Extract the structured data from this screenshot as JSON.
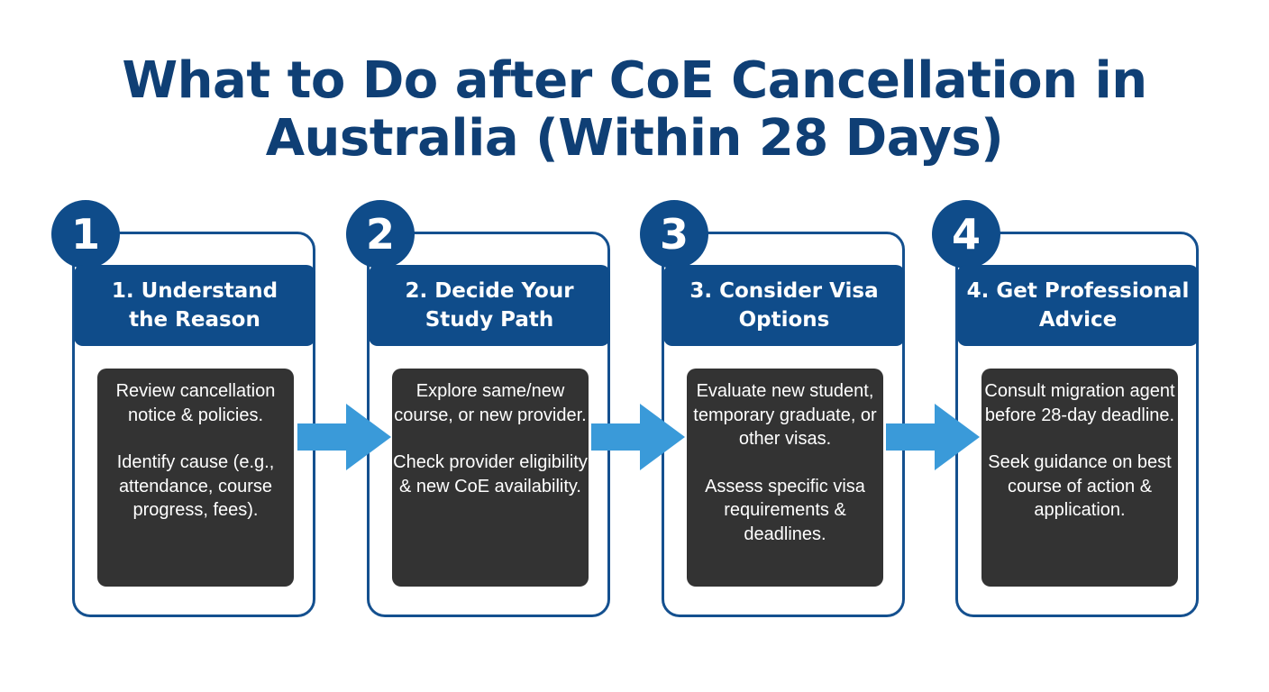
{
  "title": {
    "line1": "What to Do after CoE Cancellation in",
    "line2": "Australia (Within 28 Days)"
  },
  "colors": {
    "title": "#0f3f75",
    "badge": "#0f4c8a",
    "header": "#0f4c8a",
    "card_border": "#14508f",
    "body_box": "#333333",
    "arrow": "#3a9ad9"
  },
  "steps": [
    {
      "number": "1",
      "heading": "1. Understand\nthe Reason",
      "paragraphs": [
        "Review cancellation notice & policies.",
        "Identify cause (e.g., attendance, course progress, fees)."
      ]
    },
    {
      "number": "2",
      "heading": "2. Decide Your\nStudy Path",
      "paragraphs": [
        "Explore same/new course, or new provider.",
        "Check provider eligibility & new CoE availability."
      ]
    },
    {
      "number": "3",
      "heading": "3. Consider Visa\nOptions",
      "paragraphs": [
        "Evaluate new student, temporary graduate, or other visas.",
        "Assess specific visa requirements & deadlines."
      ]
    },
    {
      "number": "4",
      "heading": "4. Get Professional\nAdvice",
      "paragraphs": [
        "Consult migration agent before 28-day deadline.",
        "Seek guidance on best course of action & application."
      ]
    }
  ]
}
